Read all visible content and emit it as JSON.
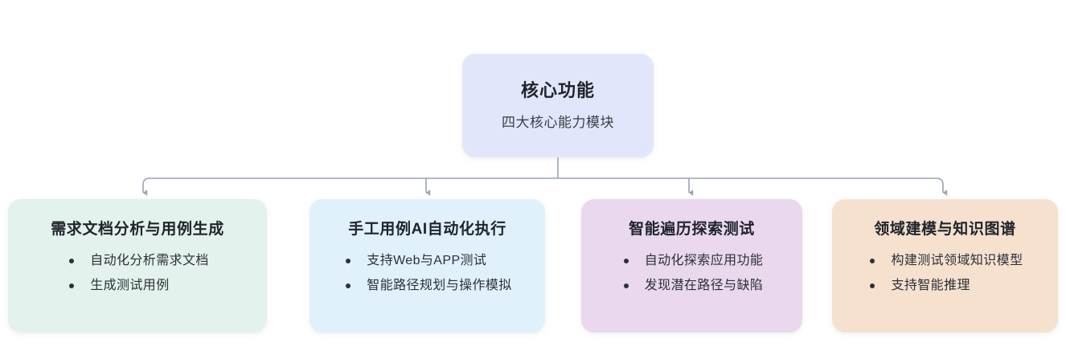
{
  "diagram": {
    "type": "org-tree",
    "background": "#ffffff",
    "connector_color": "#9aa4b4",
    "root": {
      "title": "核心功能",
      "subtitle": "四大核心能力模块",
      "fill": "#e2e6fa"
    },
    "children": [
      {
        "title": "需求文档分析与用例生成",
        "bullets": [
          "自动化分析需求文档",
          "生成测试用例"
        ],
        "fill": "#e3f2ec"
      },
      {
        "title": "手工用例AI自动化执行",
        "bullets": [
          "支持Web与APP测试",
          "智能路径规划与操作模拟"
        ],
        "fill": "#e0f1fc"
      },
      {
        "title": "智能遍历探索测试",
        "bullets": [
          "自动化探索应用功能",
          "发现潜在路径与缺陷"
        ],
        "fill": "#e9d8ee"
      },
      {
        "title": "领域建模与知识图谱",
        "bullets": [
          "构建测试领域知识模型",
          "支持智能推理"
        ],
        "fill": "#f6e1cf"
      }
    ]
  }
}
